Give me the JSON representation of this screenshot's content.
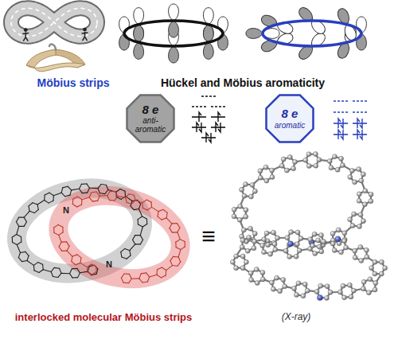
{
  "diagram": {
    "nodes": [
      {
        "text": [
          "8 e",
          "anti- aromatic"
        ]
      },
      {
        "text": [
          "8 e",
          "aromatic"
        ]
      }
    ],
    "labels": [
      "Möbius strips",
      "Hückel and Möbius aromaticity",
      "N",
      "N",
      "≡",
      "(X-ray)",
      "interlocked molecular Möbius strips"
    ]
  }
}
